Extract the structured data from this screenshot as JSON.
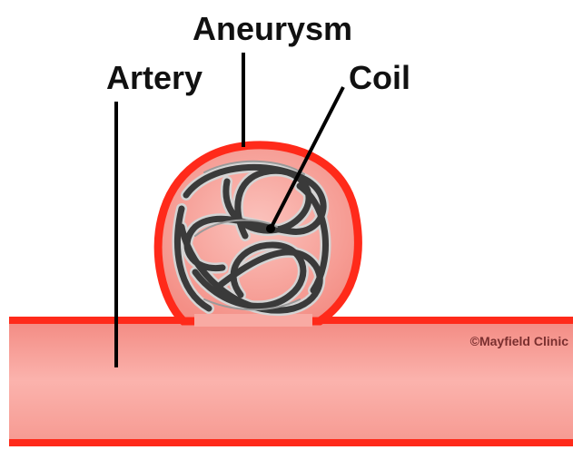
{
  "labels": {
    "aneurysm": "Aneurysm",
    "artery": "Artery",
    "coil": "Coil"
  },
  "credit": "©Mayfield Clinic",
  "colors": {
    "vessel_wall": "#ff2a1a",
    "vessel_fill": "#f59b94",
    "vessel_fill_light": "#fbb7b2",
    "coil_dark": "#333333",
    "coil_light": "#d0d0d0",
    "credit_text": "#7a2f2f",
    "leader_line": "#000000"
  },
  "icons": {
    "coil": "coil-icon",
    "aneurysm": "aneurysm-icon",
    "artery": "artery-icon"
  }
}
